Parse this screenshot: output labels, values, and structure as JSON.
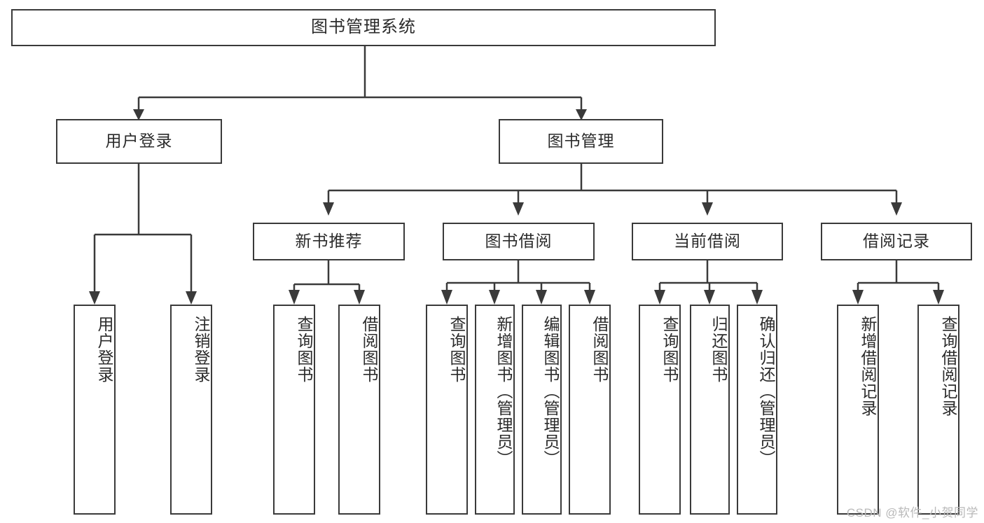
{
  "diagram": {
    "title": "图书管理系统",
    "type": "tree-hierarchy-chart",
    "root": {
      "id": "root",
      "label": "图书管理系统"
    },
    "level1": [
      {
        "id": "user-login",
        "label": "用户登录"
      },
      {
        "id": "book-manage",
        "label": "图书管理"
      }
    ],
    "level2": [
      {
        "id": "new-book-rec",
        "label": "新书推荐",
        "parent": "book-manage"
      },
      {
        "id": "book-borrow",
        "label": "图书借阅",
        "parent": "book-manage"
      },
      {
        "id": "current-borrow",
        "label": "当前借阅",
        "parent": "book-manage"
      },
      {
        "id": "borrow-record",
        "label": "借阅记录",
        "parent": "book-manage"
      }
    ],
    "leaves": [
      {
        "id": "leaf-user-login",
        "label": "用户登录",
        "parent": "user-login"
      },
      {
        "id": "leaf-user-logout",
        "label": "注销登录",
        "parent": "user-login"
      },
      {
        "id": "leaf-rec-query-book",
        "label": "查询图书",
        "parent": "new-book-rec"
      },
      {
        "id": "leaf-rec-borrow-book",
        "label": "借阅图书",
        "parent": "new-book-rec"
      },
      {
        "id": "leaf-borrow-query-book",
        "label": "查询图书",
        "parent": "book-borrow"
      },
      {
        "id": "leaf-borrow-add-book",
        "label": "新增图书（管理员）",
        "parent": "book-borrow"
      },
      {
        "id": "leaf-borrow-edit-book",
        "label": "编辑图书（管理员）",
        "parent": "book-borrow"
      },
      {
        "id": "leaf-borrow-borrow-book",
        "label": "借阅图书",
        "parent": "book-borrow"
      },
      {
        "id": "leaf-current-query-book",
        "label": "查询图书",
        "parent": "current-borrow"
      },
      {
        "id": "leaf-current-return-book",
        "label": "归还图书",
        "parent": "current-borrow"
      },
      {
        "id": "leaf-current-confirm-return",
        "label": "确认归还（管理员）",
        "parent": "current-borrow"
      },
      {
        "id": "leaf-record-add",
        "label": "新增借阅记录",
        "parent": "borrow-record"
      },
      {
        "id": "leaf-record-query",
        "label": "查询借阅记录",
        "parent": "borrow-record"
      }
    ],
    "colors": {
      "stroke": "#3a3a3a",
      "text": "#2b2b2b",
      "background": "#ffffff",
      "watermark": "#b9b9b9"
    }
  },
  "watermark": {
    "text": "CSDN @软件_小贺同学"
  }
}
